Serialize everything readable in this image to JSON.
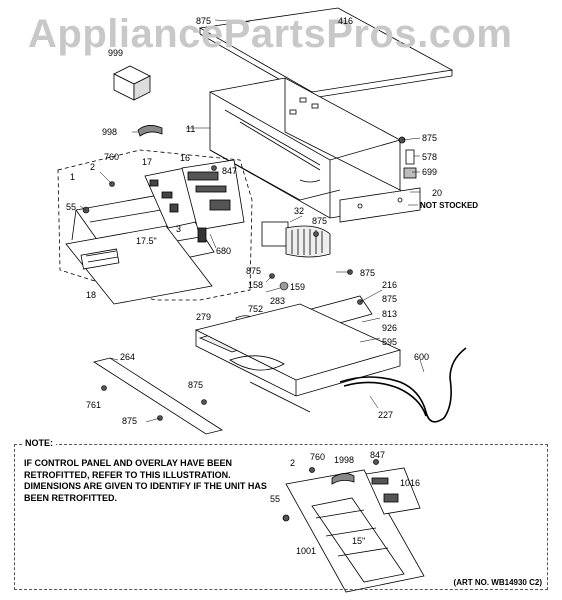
{
  "watermark": "AppliancePartsPros.com",
  "parts": {
    "p875_top": "875",
    "p416": "416",
    "p999": "999",
    "p998": "998",
    "p11": "11",
    "p875_r1": "875",
    "p578": "578",
    "p699": "699",
    "p20": "20",
    "not_stocked": "NOT STOCKED",
    "p760": "760",
    "p2": "2",
    "p17": "17",
    "p16": "16",
    "p847": "847",
    "p1": "1",
    "p55": "55",
    "p3": "3",
    "p680": "680",
    "p32": "32",
    "p875_fan": "875",
    "dim_17_5": "17.5\"",
    "p18": "18",
    "p875_mid": "875",
    "p875_right": "875",
    "p158": "158",
    "p159": "159",
    "p216": "216",
    "p752": "752",
    "p283": "283",
    "p875_r2": "875",
    "p279": "279",
    "p813": "813",
    "p926": "926",
    "p595": "595",
    "p600": "600",
    "p264": "264",
    "p761": "761",
    "p875_bot1": "875",
    "p875_bot2": "875",
    "p227": "227"
  },
  "note": {
    "title": "NOTE:",
    "text": "IF CONTROL PANEL AND OVERLAY HAVE BEEN RETROFITTED, REFER TO THIS ILLUSTRATION. DIMENSIONS ARE GIVEN TO IDENTIFY IF THE UNIT HAS BEEN RETROFITTED.",
    "p2": "2",
    "p760": "760",
    "p1998": "1998",
    "p847": "847",
    "p1016": "1016",
    "p55": "55",
    "p1001": "1001",
    "dim_15": "15\""
  },
  "art_number": "(ART NO. WB14930 C2)"
}
